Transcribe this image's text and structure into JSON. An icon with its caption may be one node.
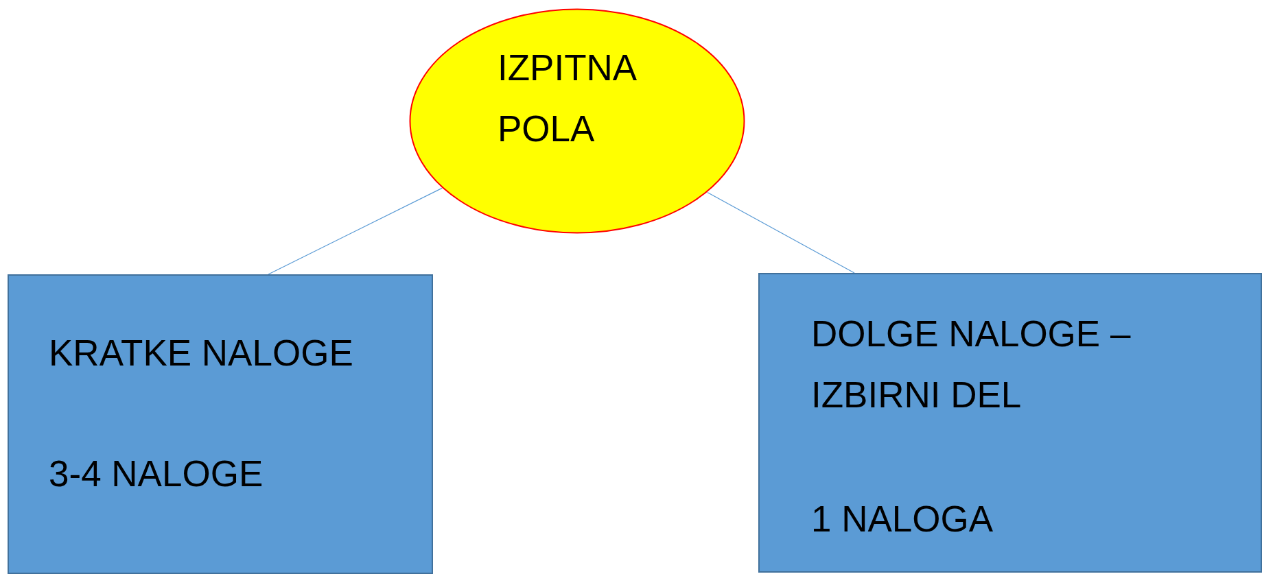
{
  "diagram": {
    "nodes": [
      {
        "text": [
          "IZPITNA POLA"
        ]
      },
      {
        "text": [
          "KRATKE NALOGE",
          "3-4 NALOGE"
        ]
      },
      {
        "text": [
          "DOLGE NALOGE – IZBIRNI DEL",
          "1 NALOGA"
        ]
      }
    ],
    "edges": [
      {
        "from": 0,
        "to": 1,
        "arrow": "none"
      },
      {
        "from": 0,
        "to": 2,
        "arrow": "none"
      }
    ]
  }
}
